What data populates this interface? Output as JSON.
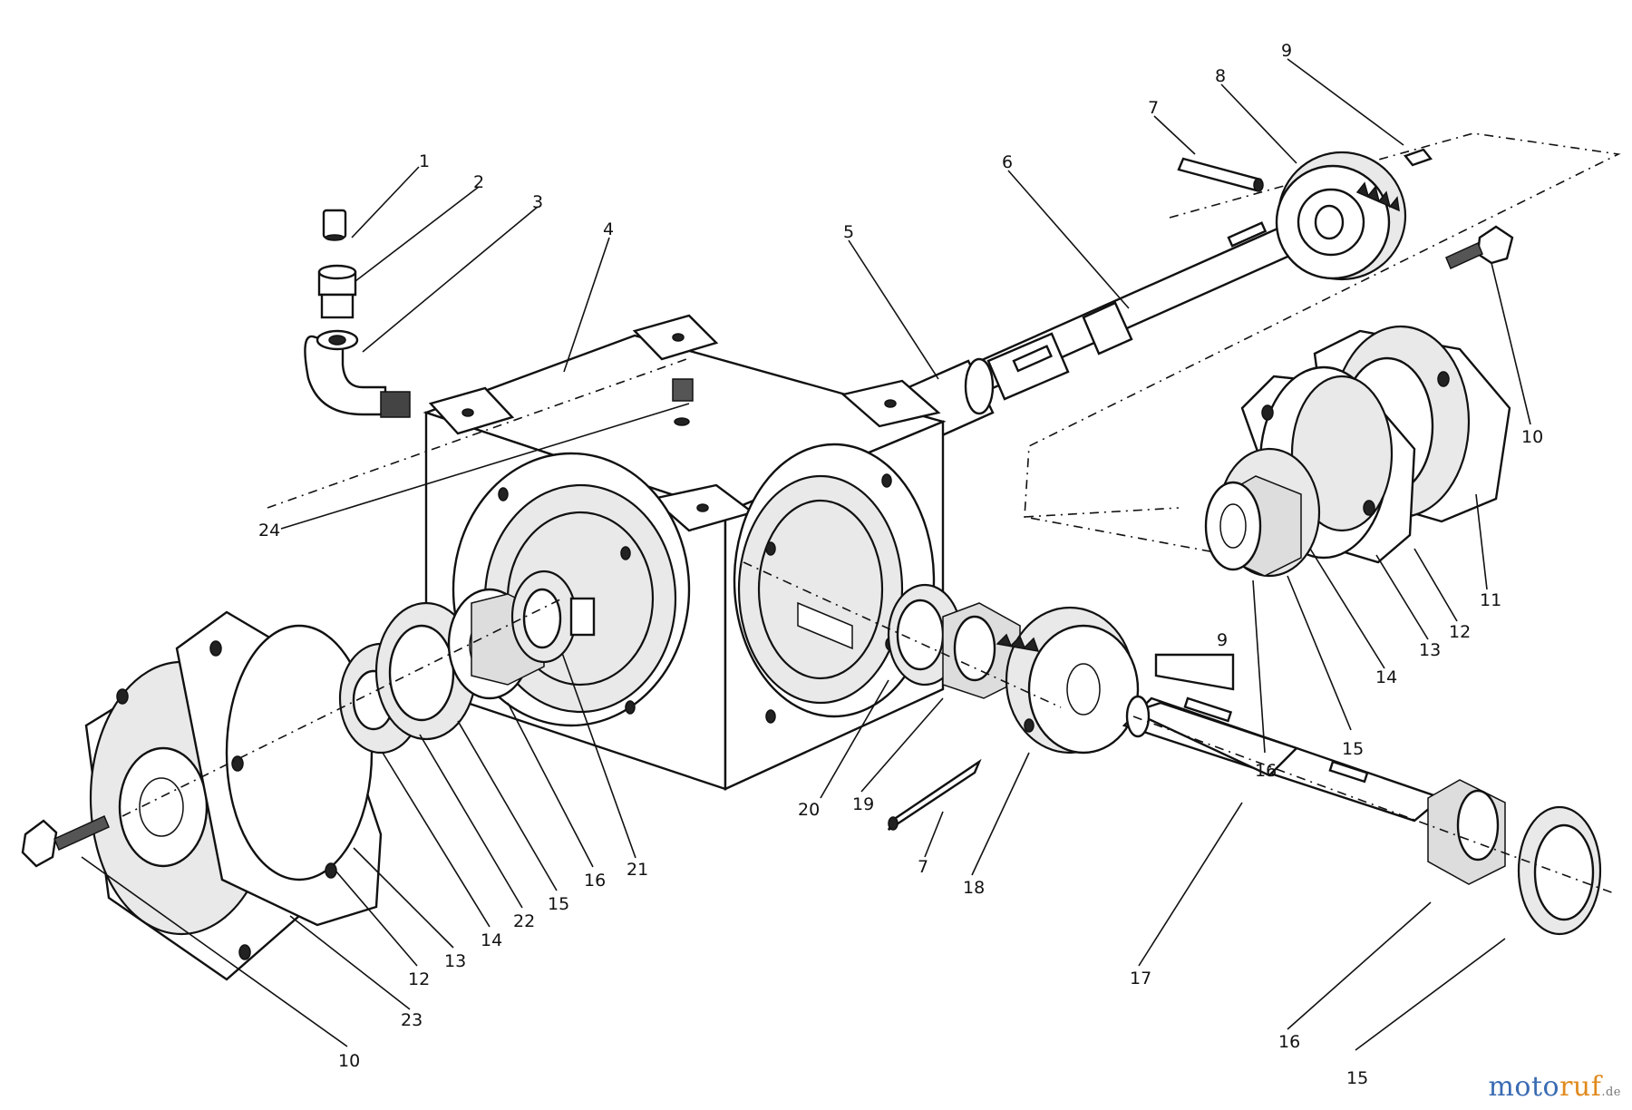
{
  "labels": [
    {
      "id": "l1",
      "text": "1"
    },
    {
      "id": "l2",
      "text": "2"
    },
    {
      "id": "l3",
      "text": "3"
    },
    {
      "id": "l4",
      "text": "4"
    },
    {
      "id": "l5",
      "text": "5"
    },
    {
      "id": "l6",
      "text": "6"
    },
    {
      "id": "l7a",
      "text": "7"
    },
    {
      "id": "l8",
      "text": "8"
    },
    {
      "id": "l9a",
      "text": "9"
    },
    {
      "id": "l10a",
      "text": "10"
    },
    {
      "id": "l11",
      "text": "11"
    },
    {
      "id": "l12a",
      "text": "12"
    },
    {
      "id": "l13a",
      "text": "13"
    },
    {
      "id": "l14a",
      "text": "14"
    },
    {
      "id": "l15a",
      "text": "15"
    },
    {
      "id": "l16a",
      "text": "16"
    },
    {
      "id": "l24",
      "text": "24"
    },
    {
      "id": "l21",
      "text": "21"
    },
    {
      "id": "l16b",
      "text": "16"
    },
    {
      "id": "l15b",
      "text": "15"
    },
    {
      "id": "l22",
      "text": "22"
    },
    {
      "id": "l14b",
      "text": "14"
    },
    {
      "id": "l13b",
      "text": "13"
    },
    {
      "id": "l12b",
      "text": "12"
    },
    {
      "id": "l23",
      "text": "23"
    },
    {
      "id": "l10b",
      "text": "10"
    },
    {
      "id": "l20",
      "text": "20"
    },
    {
      "id": "l19",
      "text": "19"
    },
    {
      "id": "l7b",
      "text": "7"
    },
    {
      "id": "l18",
      "text": "18"
    },
    {
      "id": "l9b",
      "text": "9"
    },
    {
      "id": "l17",
      "text": "17"
    },
    {
      "id": "l16c",
      "text": "16"
    },
    {
      "id": "l15c",
      "text": "15"
    }
  ],
  "watermark": {
    "part1": "moto",
    "part2": "ruf",
    "part3": ".de"
  }
}
